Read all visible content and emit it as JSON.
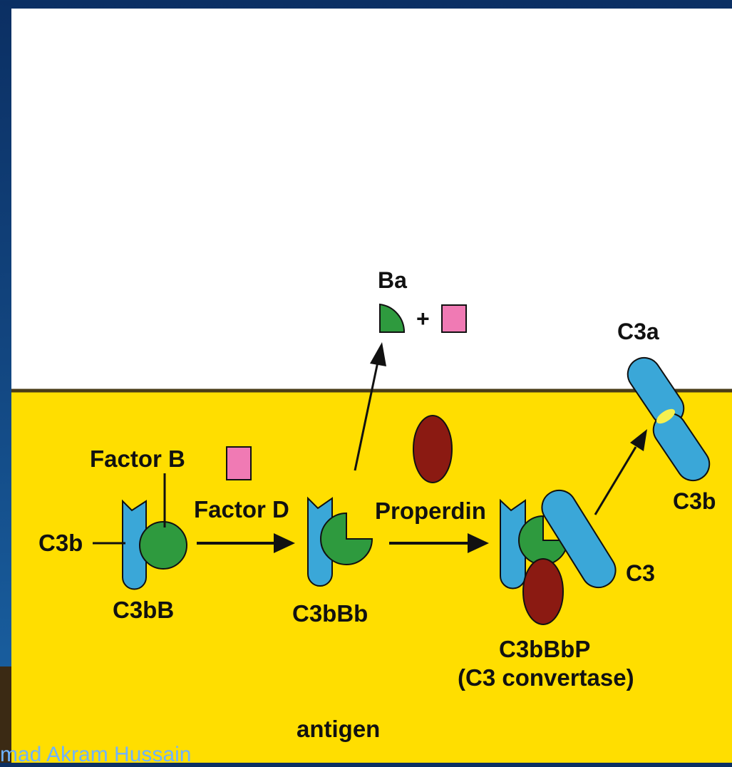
{
  "diagram": {
    "labels": {
      "ba": "Ba",
      "plus": "+",
      "c3a": "C3a",
      "factor_b": "Factor B",
      "factor_d": "Factor D",
      "properdin": "Properdin",
      "c3b_left": "C3b",
      "c3b_right": "C3b",
      "c3bb": "C3bB",
      "c3bbb": "C3bBb",
      "c3bbbp": "C3bBbP",
      "convertase": "(C3 convertase)",
      "c3": "C3",
      "antigen": "antigen"
    },
    "credit": "mad Akram Hussain",
    "colors": {
      "c3b_blue": "#3aa7d8",
      "factor_b_green": "#2e9a3e",
      "factor_d_pink": "#f07ab4",
      "properdin_brown": "#8b1a12",
      "membrane_yellow": "#ffde00",
      "fluid_white": "#ffffff",
      "frame_blue": "#0b2f63",
      "cleavage_yellow": "#f5f050"
    }
  }
}
